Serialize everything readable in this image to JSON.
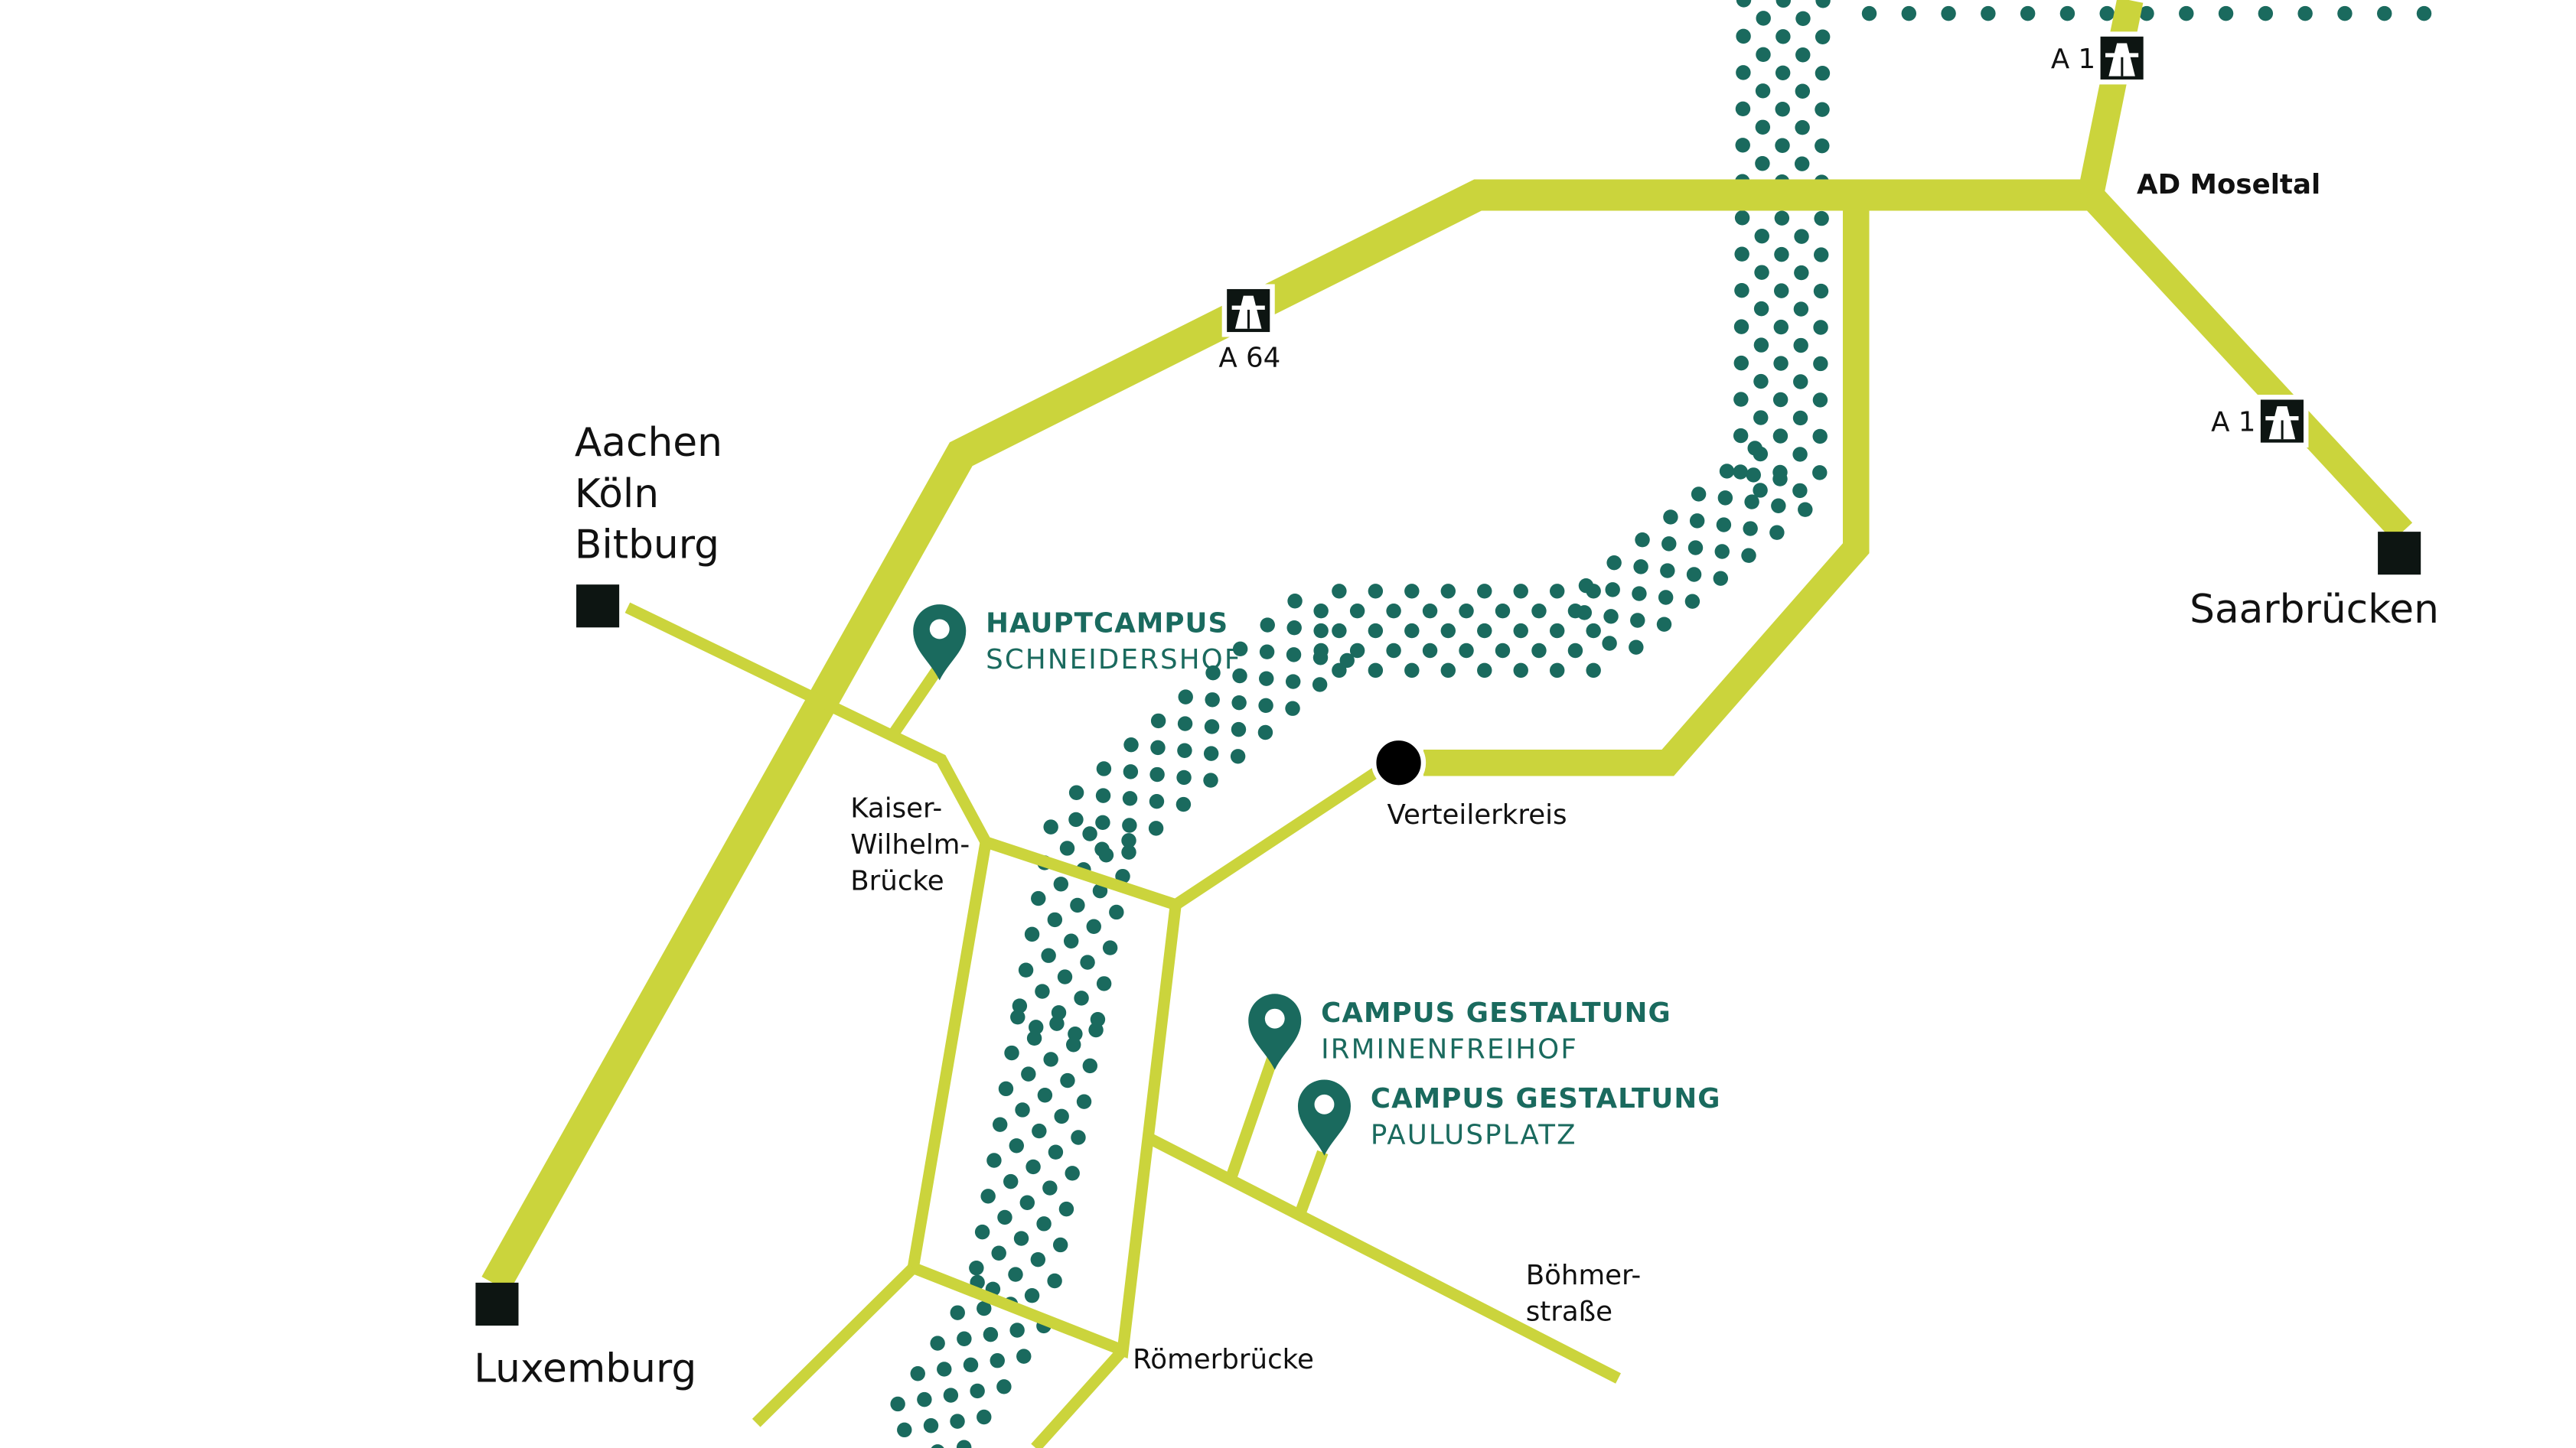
{
  "colors": {
    "road": "#cbd43c",
    "river": "#1a6a5e",
    "marker": "#0d1512",
    "campus": "#1a6a5e"
  },
  "cities": {
    "north": [
      "Aachen",
      "Köln",
      "Bitburg"
    ],
    "luxemburg": "Luxemburg",
    "saarbruecken": "Saarbrücken"
  },
  "motorways": {
    "a64": "A 64",
    "a1_north": "A 1",
    "a1_south": "A 1"
  },
  "junction": "AD Moseltal",
  "places": {
    "verteilerkreis": "Verteilerkreis",
    "kaiser_wilhelm": [
      "Kaiser-",
      "Wilhelm-",
      "Brücke"
    ],
    "roemerbruecke": "Römerbrücke",
    "boehmerstrasse": [
      "Böhmer-",
      "straße"
    ]
  },
  "campuses": [
    {
      "name": "HAUPTCAMPUS",
      "sub": "SCHNEIDERSHOF",
      "icon": "map-pin-icon"
    },
    {
      "name": "CAMPUS GESTALTUNG",
      "sub": "IRMINENFREIHOF",
      "icon": "map-pin-icon"
    },
    {
      "name": "CAMPUS GESTALTUNG",
      "sub": "PAULUSPLATZ",
      "icon": "map-pin-icon"
    }
  ]
}
